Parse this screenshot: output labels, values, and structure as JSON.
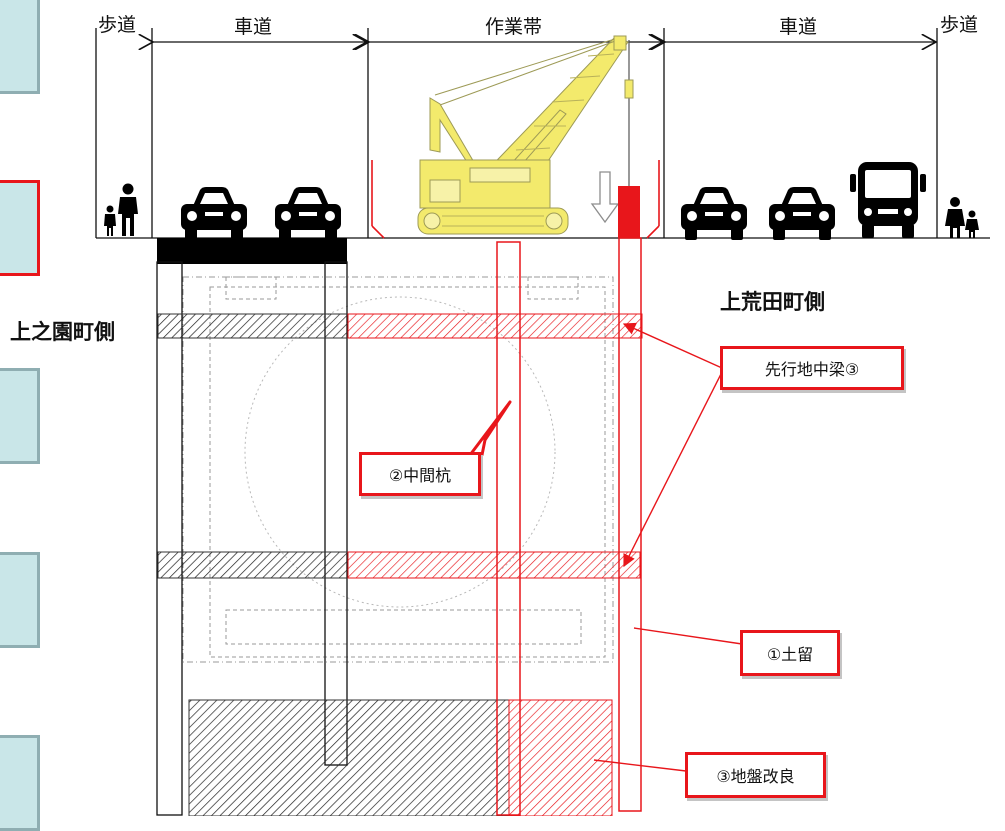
{
  "top_labels": {
    "sidewalk_left": "歩道",
    "roadway_left": "車道",
    "work_zone": "作業帯",
    "roadway_right": "車道",
    "sidewalk_right": "歩道"
  },
  "side_labels": {
    "left": "上之園町側",
    "right": "上荒田町側"
  },
  "callouts": {
    "beam": "先行地中梁③",
    "pile": "②中間杭",
    "retaining": "①土留",
    "ground": "③地盤改良"
  },
  "colors": {
    "accent_red": "#e8161b",
    "panel_fill": "#c9e6e8",
    "crane_yellow": "#f3ea6c"
  }
}
